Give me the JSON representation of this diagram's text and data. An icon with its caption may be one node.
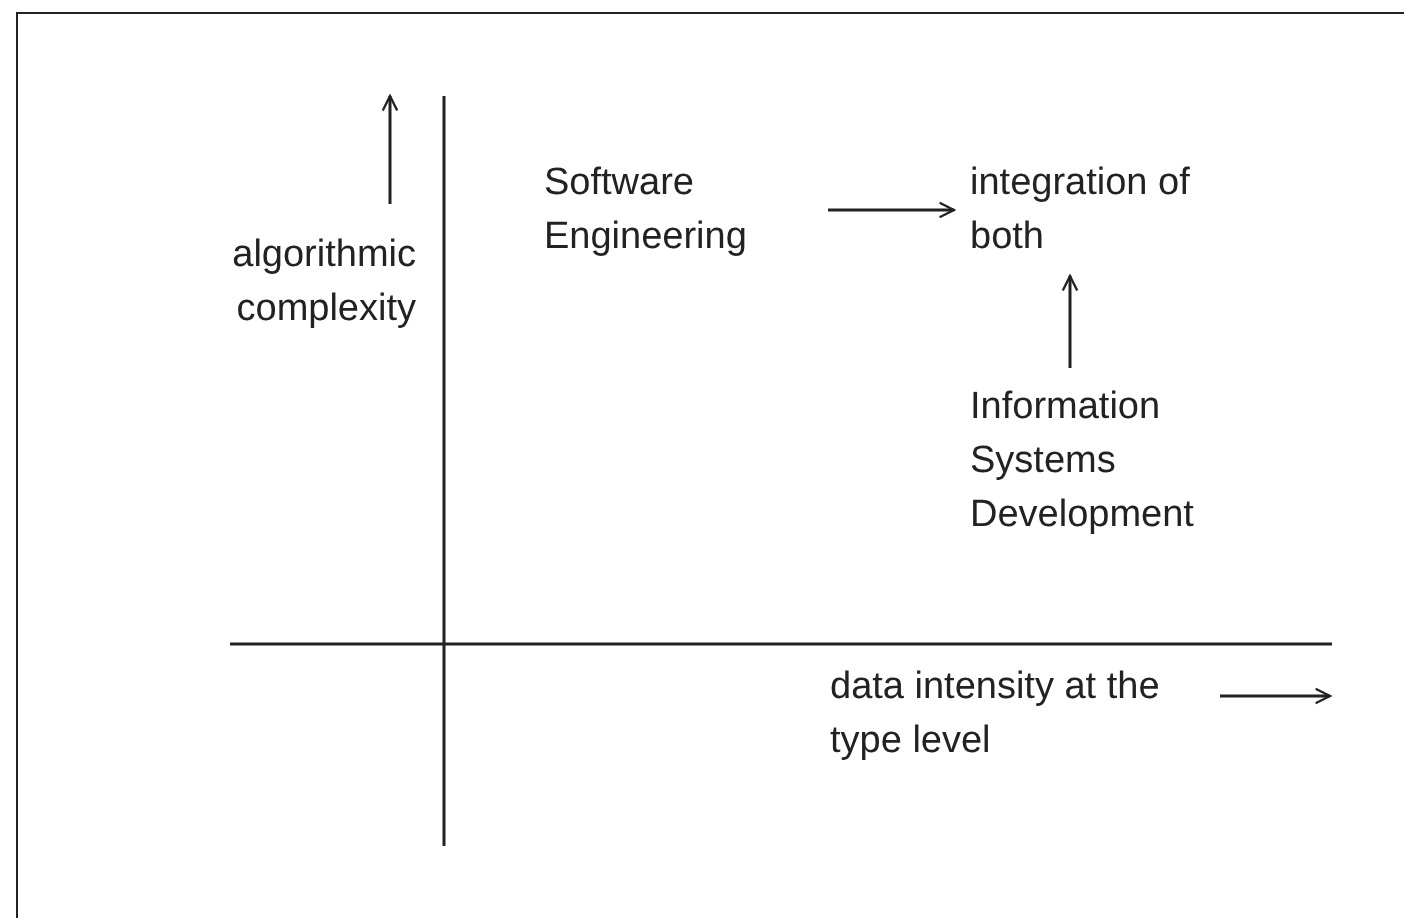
{
  "diagram": {
    "nodes": [
      {
        "text": [
          "Software Engineering"
        ]
      },
      {
        "text": [
          "integration of both"
        ]
      },
      {
        "text": [
          "Information Systems Development"
        ]
      }
    ],
    "edges": [
      {
        "from": 0,
        "to": 1,
        "arrow": "to"
      },
      {
        "from": 2,
        "to": 1,
        "arrow": "to"
      }
    ],
    "labels": [
      "algorithmic complexity",
      "data intensity at the type level"
    ]
  }
}
